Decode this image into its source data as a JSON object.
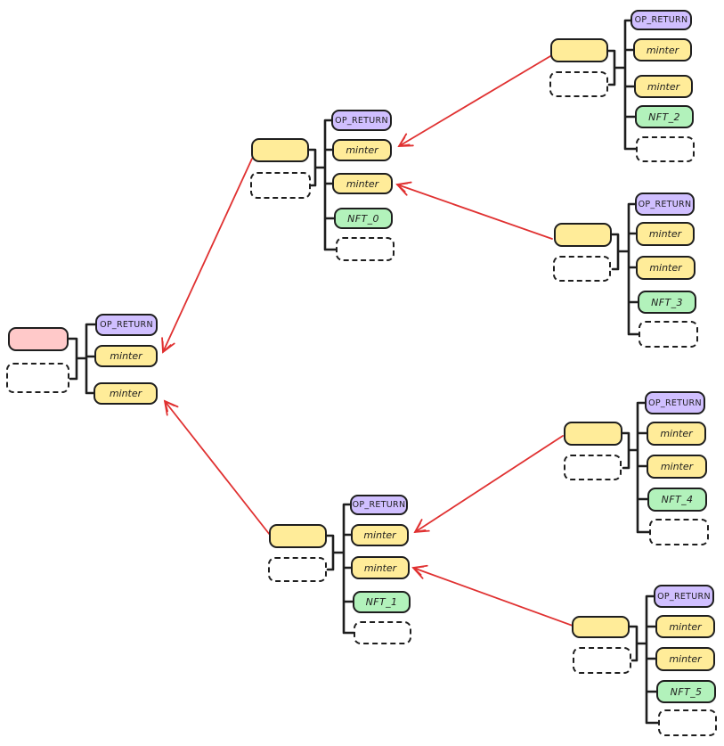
{
  "diagram": {
    "type": "transaction-tree",
    "colors": {
      "root_input_fill": "#ffc9c9",
      "input_fill": "#ffec99",
      "op_return_fill": "#d0bfff",
      "minter_fill": "#ffec99",
      "nft_fill": "#b2f2bb",
      "stroke": "#1e1e1e",
      "spend_arrow": "#e03131"
    },
    "transactions": [
      {
        "id": "root",
        "outputs": [
          "OP_RETURN",
          "minter",
          "minter"
        ],
        "has_change_placeholder": true
      },
      {
        "id": "branch-top",
        "outputs": [
          "OP_RETURN",
          "minter",
          "minter",
          "NFT_0"
        ],
        "has_change_placeholder": true
      },
      {
        "id": "branch-bottom",
        "outputs": [
          "OP_RETURN",
          "minter",
          "minter",
          "NFT_1"
        ],
        "has_change_placeholder": true
      },
      {
        "id": "leaf-2",
        "outputs": [
          "OP_RETURN",
          "minter",
          "minter",
          "NFT_2"
        ],
        "has_change_placeholder": true
      },
      {
        "id": "leaf-3",
        "outputs": [
          "OP_RETURN",
          "minter",
          "minter",
          "NFT_3"
        ],
        "has_change_placeholder": true
      },
      {
        "id": "leaf-4",
        "outputs": [
          "OP_RETURN",
          "minter",
          "minter",
          "NFT_4"
        ],
        "has_change_placeholder": true
      },
      {
        "id": "leaf-5",
        "outputs": [
          "OP_RETURN",
          "minter",
          "minter",
          "NFT_5"
        ],
        "has_change_placeholder": true
      }
    ],
    "spends": [
      {
        "from": "branch-top.input",
        "to": "root.outputs.1"
      },
      {
        "from": "branch-bottom.input",
        "to": "root.outputs.2"
      },
      {
        "from": "leaf-2.input",
        "to": "branch-top.outputs.1"
      },
      {
        "from": "leaf-3.input",
        "to": "branch-top.outputs.2"
      },
      {
        "from": "leaf-4.input",
        "to": "branch-bottom.outputs.1"
      },
      {
        "from": "leaf-5.input",
        "to": "branch-bottom.outputs.2"
      }
    ]
  }
}
